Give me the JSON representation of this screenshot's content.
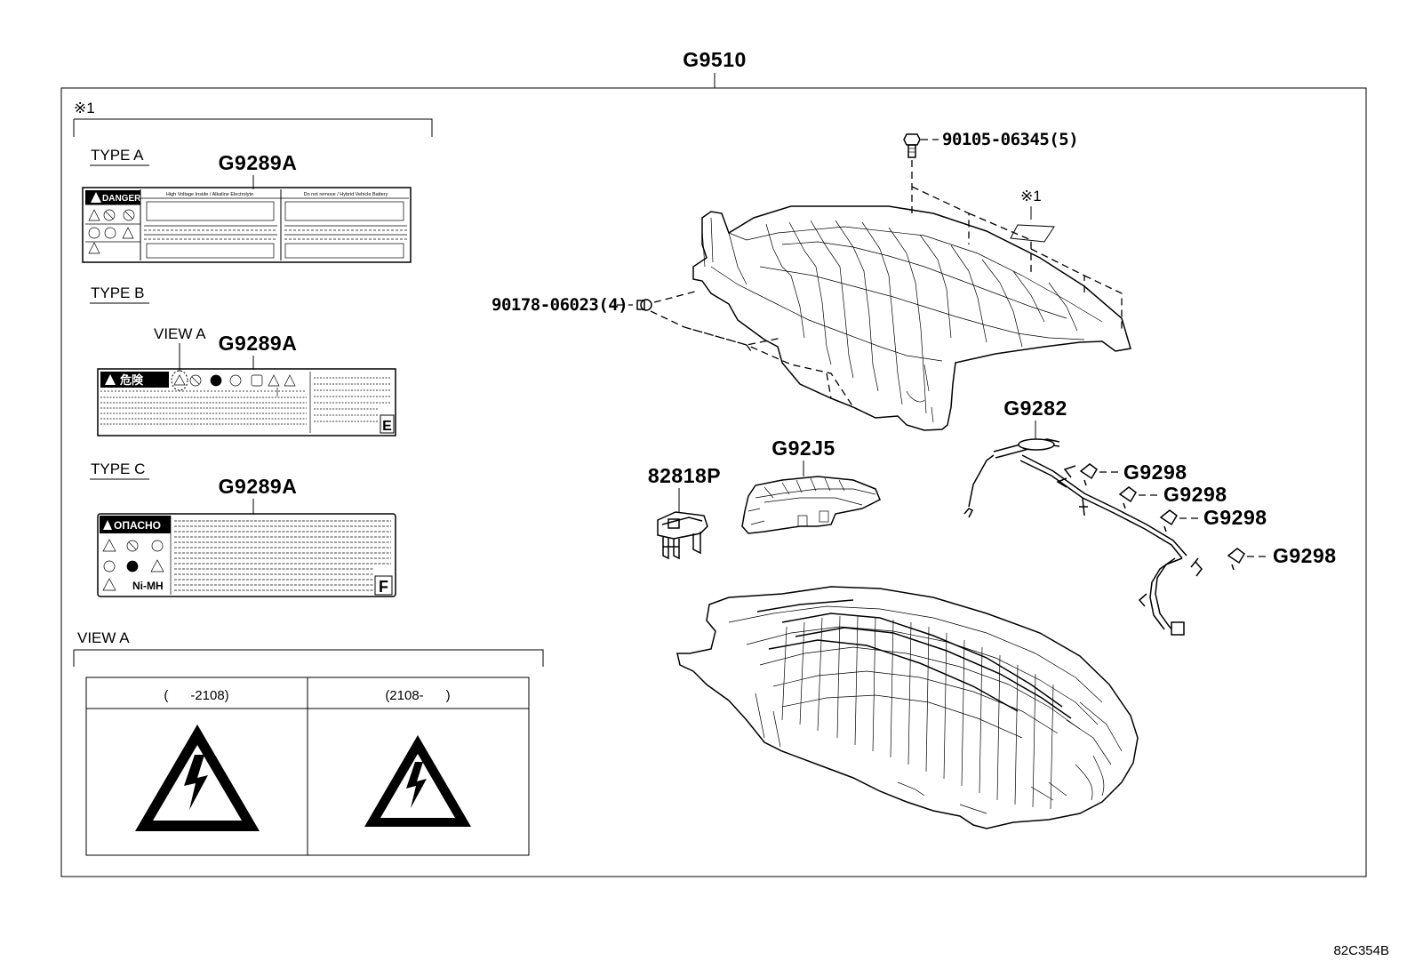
{
  "main_part": "G9510",
  "note_mark": "※1",
  "types": [
    {
      "title": "TYPE A",
      "part": "G9289A",
      "danger_word": "DANGER",
      "head_left": "High Voltage Inside / Alkaline Electrolyte",
      "head_right": "Do not remove / Hybrid Vehicle Battery",
      "side_letter": ""
    },
    {
      "title": "TYPE B",
      "part": "G9289A",
      "danger_word": "危険",
      "side_letter": "E",
      "view_label": "VIEW A"
    },
    {
      "title": "TYPE C",
      "part": "G9289A",
      "danger_word": "ОПАСНО",
      "chem": "Ni-MH",
      "side_letter": "F"
    }
  ],
  "view_a": {
    "title": "VIEW A",
    "col1": "(      -2108)",
    "col2": "(2108-      )"
  },
  "parts": {
    "bolt": "90105-06345(5)",
    "nut": "90178-06023(4)",
    "note_ref": "※1",
    "wire": "G9282",
    "cover": "G92J5",
    "connector": "82818P",
    "clip1": "G9298",
    "clip2": "G9298",
    "clip3": "G9298",
    "clip4": "G9298"
  },
  "drawing_id": "82C354B"
}
